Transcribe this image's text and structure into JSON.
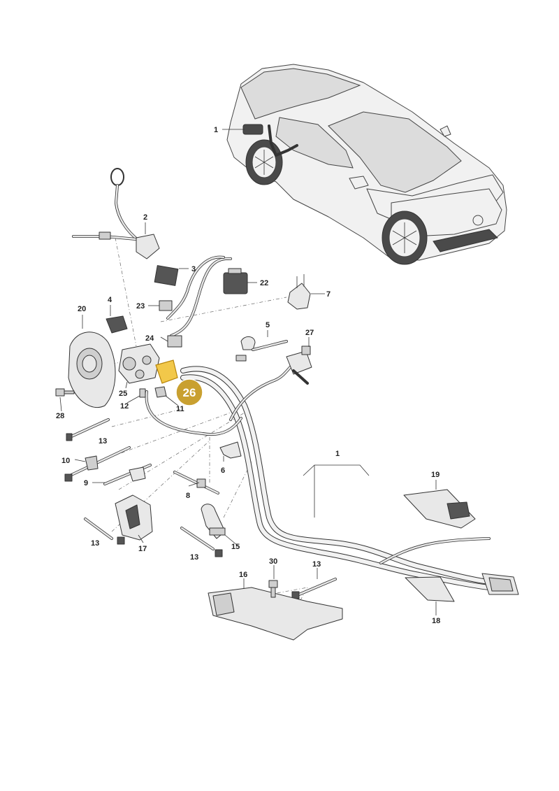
{
  "highlight": {
    "label": "26",
    "color": "#c9a030"
  },
  "callouts": [
    {
      "id": "1a",
      "text": "1"
    },
    {
      "id": "1b",
      "text": "1"
    },
    {
      "id": "2",
      "text": "2"
    },
    {
      "id": "3",
      "text": "3"
    },
    {
      "id": "4",
      "text": "4"
    },
    {
      "id": "5",
      "text": "5"
    },
    {
      "id": "6",
      "text": "6"
    },
    {
      "id": "7",
      "text": "7"
    },
    {
      "id": "8",
      "text": "8"
    },
    {
      "id": "9",
      "text": "9"
    },
    {
      "id": "10",
      "text": "10"
    },
    {
      "id": "11",
      "text": "11"
    },
    {
      "id": "12",
      "text": "12"
    },
    {
      "id": "13a",
      "text": "13"
    },
    {
      "id": "13b",
      "text": "13"
    },
    {
      "id": "13c",
      "text": "13"
    },
    {
      "id": "13d",
      "text": "13"
    },
    {
      "id": "15",
      "text": "15"
    },
    {
      "id": "16",
      "text": "16"
    },
    {
      "id": "17",
      "text": "17"
    },
    {
      "id": "18",
      "text": "18"
    },
    {
      "id": "19",
      "text": "19"
    },
    {
      "id": "20",
      "text": "20"
    },
    {
      "id": "22",
      "text": "22"
    },
    {
      "id": "23",
      "text": "23"
    },
    {
      "id": "24",
      "text": "24"
    },
    {
      "id": "25",
      "text": "25"
    },
    {
      "id": "27",
      "text": "27"
    },
    {
      "id": "28",
      "text": "28"
    },
    {
      "id": "30",
      "text": "30"
    }
  ]
}
